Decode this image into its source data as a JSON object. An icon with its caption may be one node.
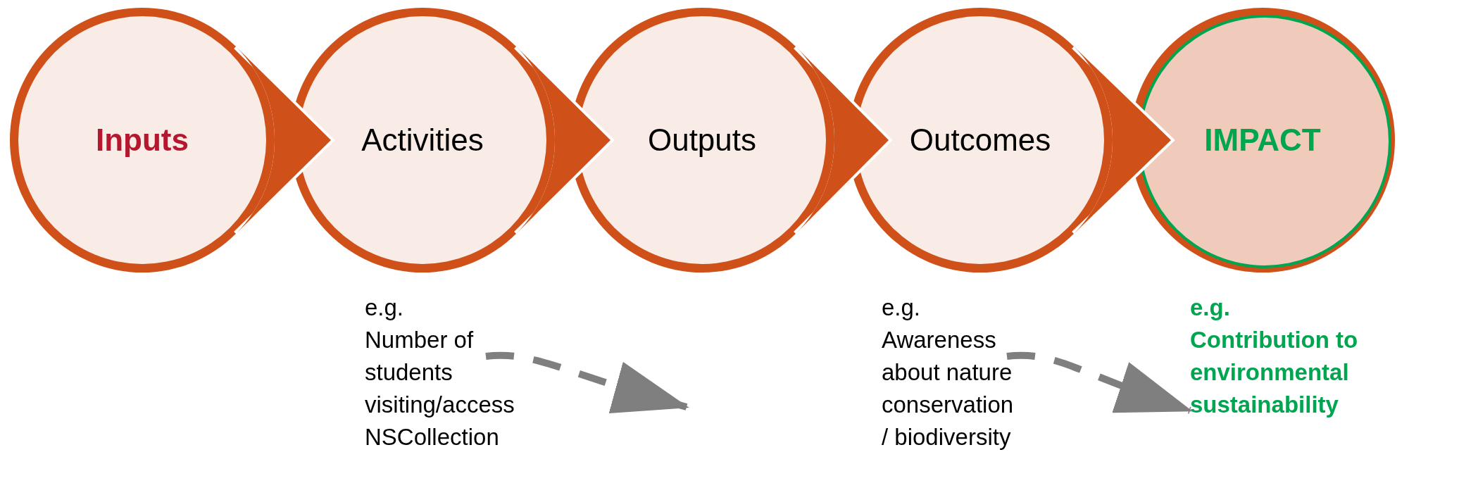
{
  "diagram": {
    "nodes": [
      {
        "text": [
          "Inputs"
        ]
      },
      {
        "text": [
          "Activities"
        ]
      },
      {
        "text": [
          "Outputs"
        ]
      },
      {
        "text": [
          "Outcomes"
        ]
      },
      {
        "text": [
          "IMPACT"
        ]
      },
      {
        "text": [
          "e.g.",
          "Number of students visiting/access NSCollection"
        ]
      },
      {
        "text": [
          "e.g.",
          "Awareness about nature conservation / biodiversity"
        ]
      },
      {
        "text": [
          "e.g.",
          "Contribution to environmental sustainability"
        ]
      }
    ],
    "edges": [
      {
        "from": 0,
        "to": 1,
        "arrow": "to"
      },
      {
        "from": 1,
        "to": 2,
        "arrow": "to"
      },
      {
        "from": 2,
        "to": 3,
        "arrow": "to"
      },
      {
        "from": 3,
        "to": 4,
        "arrow": "to"
      },
      {
        "from": 5,
        "to": null,
        "arrow": "to",
        "style": "dashed",
        "color": "#7f7f7f"
      },
      {
        "from": 6,
        "to": 7,
        "arrow": "to",
        "style": "dashed",
        "color": "#7f7f7f"
      }
    ]
  }
}
